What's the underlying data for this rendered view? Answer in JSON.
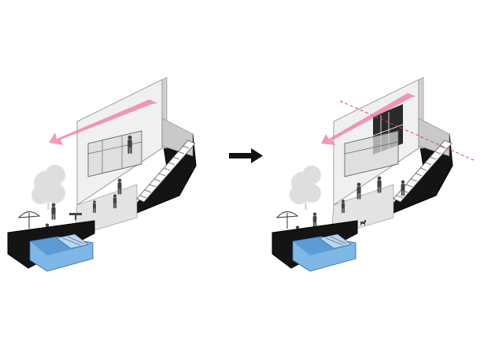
{
  "diagram": {
    "panels": [
      {
        "state": "before",
        "wind_flow": "horizontal-through-upper-level"
      },
      {
        "state": "after",
        "wind_flow": "diagonal-through-opened-upper-level"
      }
    ],
    "transition_icon": "arrow-right-icon"
  },
  "colors": {
    "wall_light": "#eeeeee",
    "wall_mid": "#c9c9c9",
    "floor": "#e4e4e4",
    "black_mass": "#141414",
    "pool_water": "#7fb7e6",
    "pool_water_dark": "#4f8fcf",
    "wind_arrow": "#ec6f9b",
    "axis_line": "#e23a7a",
    "figures": "#444444",
    "tree": "#dddddd"
  }
}
